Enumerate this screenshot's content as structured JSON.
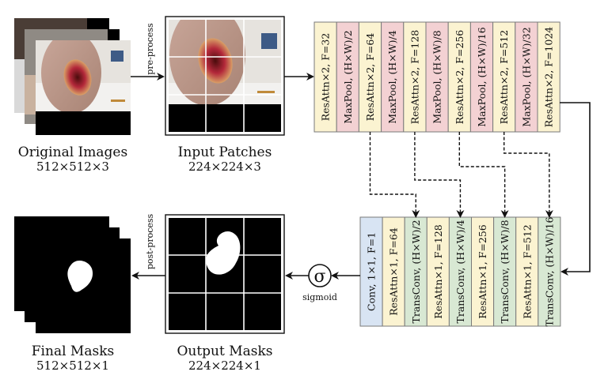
{
  "inputs": {
    "original_images": {
      "title": "Original Images",
      "dims": "512×512×3"
    },
    "input_patches": {
      "title": "Input Patches",
      "dims": "224×224×3"
    },
    "output_masks": {
      "title": "Output Masks",
      "dims": "224×224×1"
    },
    "final_masks": {
      "title": "Final Masks",
      "dims": "512×512×1"
    }
  },
  "arrows": {
    "pre_process": "pre-process",
    "post_process": "post-process",
    "sigmoid_label": "sigmoid",
    "sigmoid_symbol": "σ"
  },
  "encoder": [
    {
      "label": "ResAttn×2, F=32",
      "type": "resattn"
    },
    {
      "label": "MaxPool, (H×W)/2",
      "type": "maxpool"
    },
    {
      "label": "ResAttn×2, F=64",
      "type": "resattn"
    },
    {
      "label": "MaxPool, (H×W)/4",
      "type": "maxpool"
    },
    {
      "label": "ResAttn×2, F=128",
      "type": "resattn"
    },
    {
      "label": "MaxPool, (H×W)/8",
      "type": "maxpool"
    },
    {
      "label": "ResAttn×2, F=256",
      "type": "resattn"
    },
    {
      "label": "MaxPool, (H×W)/16",
      "type": "maxpool"
    },
    {
      "label": "ResAttn×2, F=512",
      "type": "resattn"
    },
    {
      "label": "MaxPool, (H×W)/32",
      "type": "maxpool"
    },
    {
      "label": "ResAttn×2, F=1024",
      "type": "resattn"
    }
  ],
  "decoder": [
    {
      "label": "Conv, 1×1, F=1",
      "type": "conv"
    },
    {
      "label": "ResAttn×1, F=64",
      "type": "resattn"
    },
    {
      "label": "TransConv, (H×W)/2",
      "type": "transconv"
    },
    {
      "label": "ResAttn×1, F=128",
      "type": "resattn"
    },
    {
      "label": "TransConv, (H×W)/4",
      "type": "transconv"
    },
    {
      "label": "ResAttn×1, F=256",
      "type": "resattn"
    },
    {
      "label": "TransConv, (H×W)/8",
      "type": "transconv"
    },
    {
      "label": "ResAttn×1, F=512",
      "type": "resattn"
    },
    {
      "label": "TransConv, (H×W)/16",
      "type": "transconv"
    }
  ],
  "skip_connections": [
    {
      "from_encoder": 2,
      "to_decoder": 2
    },
    {
      "from_encoder": 4,
      "to_decoder": 4
    },
    {
      "from_encoder": 6,
      "to_decoder": 6
    },
    {
      "from_encoder": 8,
      "to_decoder": 8
    }
  ],
  "colors": {
    "resattn": "#fbf3d1",
    "maxpool": "#f3d1d3",
    "transconv": "#d8e8d3",
    "conv": "#d8e4f3",
    "border": "#7a7a7a",
    "line": "#111111"
  }
}
